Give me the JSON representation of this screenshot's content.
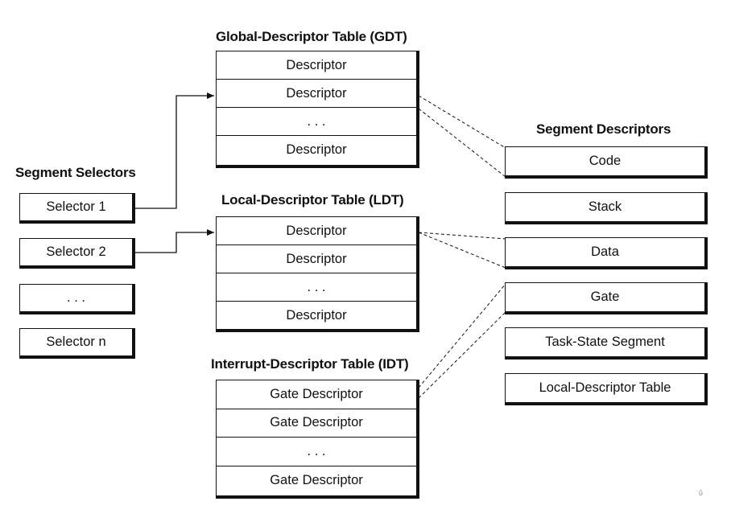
{
  "headings": {
    "segment_selectors": "Segment Selectors",
    "gdt": "Global-Descriptor Table (GDT)",
    "ldt": "Local-Descriptor Table (LDT)",
    "idt": "Interrupt-Descriptor Table (IDT)",
    "segment_descriptors": "Segment Descriptors"
  },
  "selectors": [
    "Selector 1",
    "Selector 2",
    ". . .",
    "Selector n"
  ],
  "gdt_rows": [
    "Descriptor",
    "Descriptor",
    ". . .",
    "Descriptor"
  ],
  "ldt_rows": [
    "Descriptor",
    "Descriptor",
    ". . .",
    "Descriptor"
  ],
  "idt_rows": [
    "Gate Descriptor",
    "Gate Descriptor",
    ". . .",
    "Gate Descriptor"
  ],
  "segment_descriptors": [
    "Code",
    "Stack",
    "Data",
    "Gate",
    "Task-State Segment",
    "Local-Descriptor Table"
  ],
  "edges": [
    {
      "from": "Selector 1",
      "to": "GDT Descriptor (row 2)",
      "style": "solid-arrow"
    },
    {
      "from": "Selector 2",
      "to": "LDT Descriptor (row 1)",
      "style": "solid-arrow"
    },
    {
      "from": "GDT Descriptor (row 2)",
      "to": "Code",
      "style": "dashed"
    },
    {
      "from": "LDT Descriptor (row 1)",
      "to": "Data",
      "style": "dashed"
    },
    {
      "from": "IDT Gate Descriptor (row 1)",
      "to": "Gate",
      "style": "dashed"
    }
  ],
  "watermark": "ΰ",
  "colors": {
    "line": "#111111",
    "background": "#ffffff"
  }
}
